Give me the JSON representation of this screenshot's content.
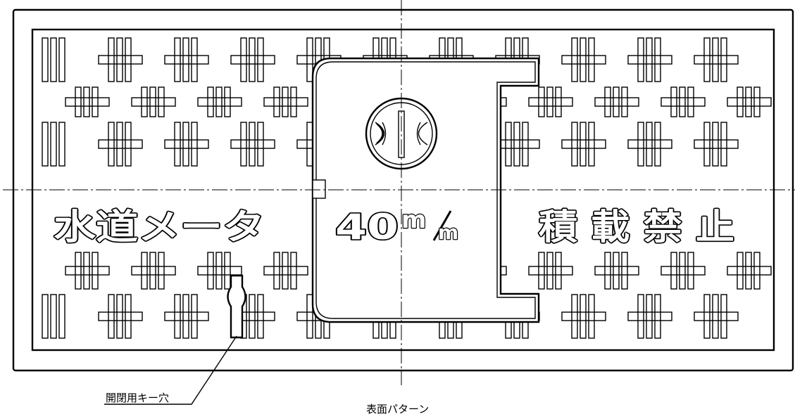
{
  "drawing": {
    "surface_text_left": "水道メータ",
    "surface_text_center": "40",
    "surface_text_center_unit_top": "m",
    "surface_text_center_unit_bottom": "m",
    "surface_text_right": "積 載 禁 止",
    "label_key_hole": "開閉用キー穴",
    "caption": "表面パターン"
  }
}
